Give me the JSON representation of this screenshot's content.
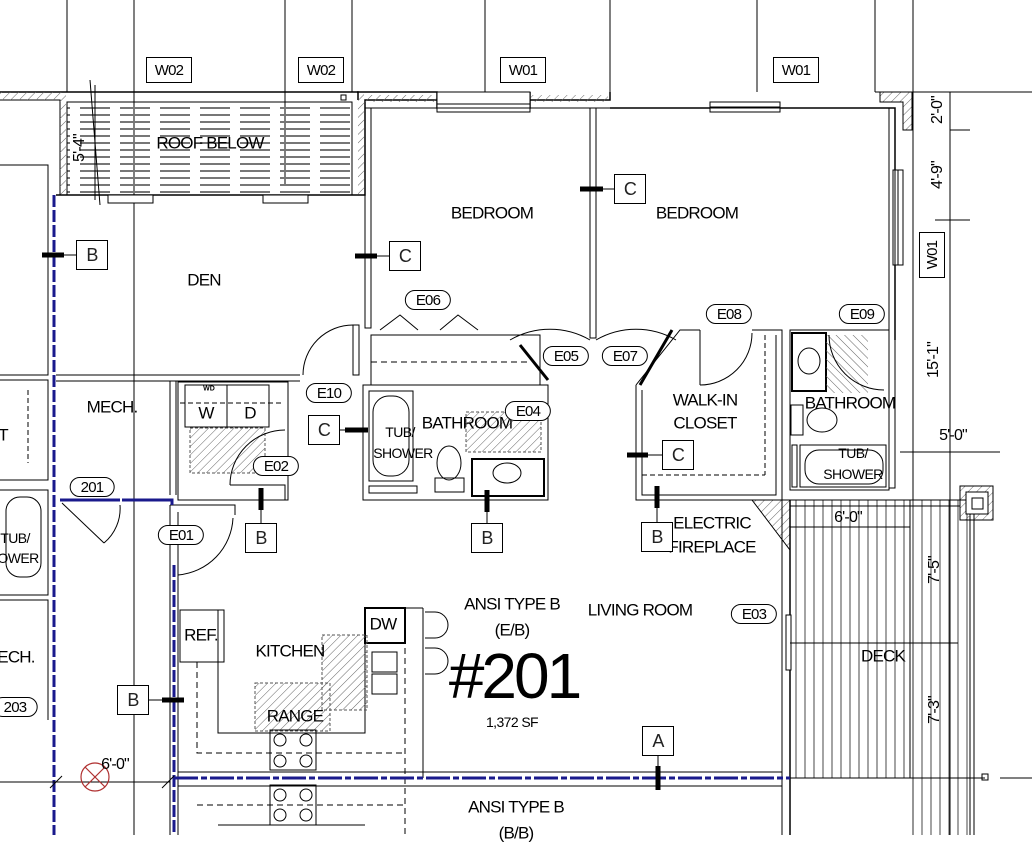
{
  "unit": {
    "type_label": "ANSI TYPE B",
    "type_sub": "(E/B)",
    "number": "#201",
    "area": "1,372 SF",
    "entry_tag": "201"
  },
  "unit_below": {
    "type_label": "ANSI TYPE B",
    "type_sub": "(B/B)"
  },
  "rooms": {
    "roof_below": "ROOF BELOW",
    "bedroom_1": "BEDROOM",
    "bedroom_2": "BEDROOM",
    "den": "DEN",
    "mech": "MECH.",
    "bathroom_1": "BATHROOM",
    "bathroom_2": "BATHROOM",
    "walk_in_closet_line1": "WALK-IN",
    "walk_in_closet_line2": "CLOSET",
    "living_room": "LIVING ROOM",
    "kitchen": "KITCHEN",
    "range": "RANGE",
    "deck": "DECK",
    "electric_line1": "ELECTRIC",
    "electric_line2": "FIREPLACE",
    "left_mech": "ECH.",
    "left_unit_tag": "203",
    "left_t": "T"
  },
  "fixtures": {
    "washer": "W",
    "dryer": "D",
    "wd": "WD",
    "refrigerator": "REF.",
    "dishwasher": "DW",
    "tub1_line1": "TUB/",
    "tub1_line2": "SHOWER",
    "tub2_line1": "TUB/",
    "tub2_line2": "SHOWER",
    "tub_left_line1": "TUB/",
    "tub_left_line2": "OWER"
  },
  "window_tags": [
    "W02",
    "W02",
    "W01",
    "W01",
    "W01"
  ],
  "door_tags": [
    "E01",
    "E02",
    "E03",
    "E04",
    "E05",
    "E06",
    "E07",
    "E08",
    "E09",
    "E10"
  ],
  "section_markers": {
    "a": "A",
    "b": "B",
    "c": "C"
  },
  "dimensions": {
    "roof_depth": "5'-4\"",
    "top_right_1": "2'-0\"",
    "top_right_2": "4'-9\"",
    "right_run": "15'-1\"",
    "deck_offset": "5'-0\"",
    "deck_width": "6'-0\"",
    "deck_upper": "7'-5\"",
    "deck_lower": "7'-3\"",
    "lower_left": "6'-0\""
  },
  "colors": {
    "line": "#000000",
    "unit_separation": "#1a1a8c",
    "hatch": "#555555",
    "marker_red": "#b03030"
  }
}
